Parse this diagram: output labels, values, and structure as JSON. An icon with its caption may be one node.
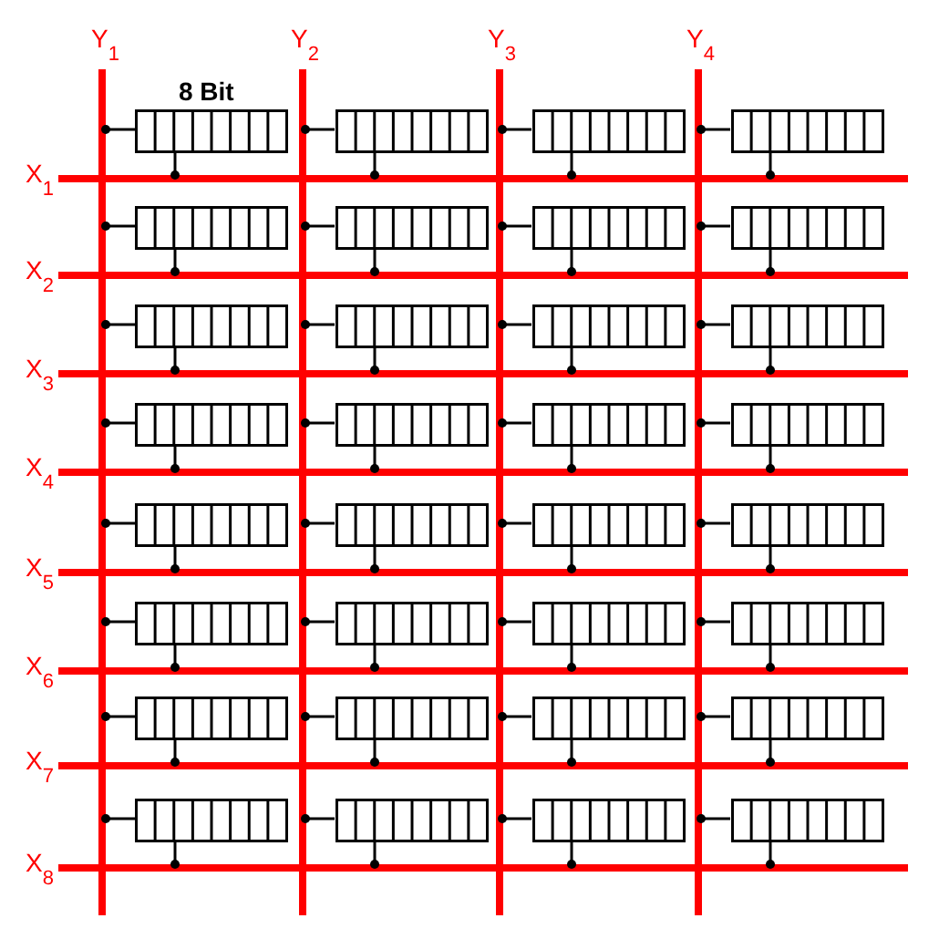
{
  "diagram": {
    "nodes": [
      {
        "text": [
          "Y$_{1}$"
        ]
      },
      {
        "text": [
          "Y$_{2}$"
        ]
      },
      {
        "text": [
          "Y$_{3}$"
        ]
      },
      {
        "text": [
          "Y$_{4}$"
        ]
      },
      {
        "text": [
          "X$_{1}$"
        ]
      },
      {
        "text": [
          "X$_{2}$"
        ]
      },
      {
        "text": [
          "X$_{3}$"
        ]
      },
      {
        "text": [
          "X$_{4}$"
        ]
      },
      {
        "text": [
          "X$_{5}$"
        ]
      },
      {
        "text": [
          "X$_{6}$"
        ]
      },
      {
        "text": [
          "X$_{7}$"
        ]
      },
      {
        "text": [
          "X$_{8}$"
        ]
      },
      {
        "text": [],
        "shape": "box",
        "beside": [
          "8 Bit"
        ]
      },
      {
        "text": [],
        "shape": "box"
      },
      {
        "text": [],
        "shape": "box"
      },
      {
        "text": [],
        "shape": "box"
      },
      {
        "text": [],
        "shape": "box"
      },
      {
        "text": [],
        "shape": "box"
      },
      {
        "text": [],
        "shape": "box"
      },
      {
        "text": [],
        "shape": "box"
      },
      {
        "text": [],
        "shape": "box"
      },
      {
        "text": [],
        "shape": "box"
      },
      {
        "text": [],
        "shape": "box"
      },
      {
        "text": [],
        "shape": "box"
      },
      {
        "text": [],
        "shape": "box"
      },
      {
        "text": [],
        "shape": "box"
      },
      {
        "text": [],
        "shape": "box"
      },
      {
        "text": [],
        "shape": "box"
      },
      {
        "text": [],
        "shape": "box"
      },
      {
        "text": [],
        "shape": "box"
      },
      {
        "text": [],
        "shape": "box"
      },
      {
        "text": [],
        "shape": "box"
      },
      {
        "text": [],
        "shape": "box"
      },
      {
        "text": [],
        "shape": "box"
      },
      {
        "text": [],
        "shape": "box"
      },
      {
        "text": [],
        "shape": "box"
      },
      {
        "text": [],
        "shape": "box"
      },
      {
        "text": [],
        "shape": "box"
      },
      {
        "text": [],
        "shape": "box"
      },
      {
        "text": [],
        "shape": "box"
      },
      {
        "text": [],
        "shape": "box"
      },
      {
        "text": [],
        "shape": "box"
      },
      {
        "text": [],
        "shape": "box"
      },
      {
        "text": [],
        "shape": "box"
      }
    ],
    "edges": [
      {
        "from": 12,
        "to": 0,
        "arrow": "other"
      },
      {
        "from": 12,
        "to": 4,
        "arrow": "other"
      },
      {
        "from": 13,
        "to": 1,
        "arrow": "other"
      },
      {
        "from": 13,
        "to": 4,
        "arrow": "other"
      },
      {
        "from": 14,
        "to": 2,
        "arrow": "other"
      },
      {
        "from": 14,
        "to": 4,
        "arrow": "other"
      },
      {
        "from": 15,
        "to": 3,
        "arrow": "other"
      },
      {
        "from": 15,
        "to": 4,
        "arrow": "other"
      },
      {
        "from": 16,
        "to": 0,
        "arrow": "other"
      },
      {
        "from": 16,
        "to": 5,
        "arrow": "other"
      },
      {
        "from": 17,
        "to": 1,
        "arrow": "other"
      },
      {
        "from": 17,
        "to": 5,
        "arrow": "other"
      },
      {
        "from": 18,
        "to": 2,
        "arrow": "other"
      },
      {
        "from": 18,
        "to": 5,
        "arrow": "other"
      },
      {
        "from": 19,
        "to": 3,
        "arrow": "other"
      },
      {
        "from": 19,
        "to": 5,
        "arrow": "other"
      },
      {
        "from": 20,
        "to": 0,
        "arrow": "other"
      },
      {
        "from": 20,
        "to": 6,
        "arrow": "other"
      },
      {
        "from": 21,
        "to": 1,
        "arrow": "other"
      },
      {
        "from": 21,
        "to": 6,
        "arrow": "other"
      },
      {
        "from": 22,
        "to": 2,
        "arrow": "other"
      },
      {
        "from": 22,
        "to": 6,
        "arrow": "other"
      },
      {
        "from": 23,
        "to": 3,
        "arrow": "other"
      },
      {
        "from": 23,
        "to": 6,
        "arrow": "other"
      },
      {
        "from": 24,
        "to": 0,
        "arrow": "other"
      },
      {
        "from": 24,
        "to": 7,
        "arrow": "other"
      },
      {
        "from": 25,
        "to": 1,
        "arrow": "other"
      },
      {
        "from": 25,
        "to": 7,
        "arrow": "other"
      },
      {
        "from": 26,
        "to": 2,
        "arrow": "other"
      },
      {
        "from": 26,
        "to": 7,
        "arrow": "other"
      },
      {
        "from": 27,
        "to": 3,
        "arrow": "other"
      },
      {
        "from": 27,
        "to": 7,
        "arrow": "other"
      },
      {
        "from": 28,
        "to": 0,
        "arrow": "other"
      },
      {
        "from": 28,
        "to": 8,
        "arrow": "other"
      },
      {
        "from": 29,
        "to": 1,
        "arrow": "other"
      },
      {
        "from": 29,
        "to": 8,
        "arrow": "other"
      },
      {
        "from": 30,
        "to": 2,
        "arrow": "other"
      },
      {
        "from": 30,
        "to": 8,
        "arrow": "other"
      },
      {
        "from": 31,
        "to": 3,
        "arrow": "other"
      },
      {
        "from": 31,
        "to": 8,
        "arrow": "other"
      },
      {
        "from": 32,
        "to": 0,
        "arrow": "other"
      },
      {
        "from": 32,
        "to": 9,
        "arrow": "other"
      },
      {
        "from": 33,
        "to": 1,
        "arrow": "other"
      },
      {
        "from": 33,
        "to": 9,
        "arrow": "other"
      },
      {
        "from": 34,
        "to": 2,
        "arrow": "other"
      },
      {
        "from": 34,
        "to": 9,
        "arrow": "other"
      },
      {
        "from": 35,
        "to": 3,
        "arrow": "other"
      },
      {
        "from": 35,
        "to": 9,
        "arrow": "other"
      },
      {
        "from": 36,
        "to": 0,
        "arrow": "other"
      },
      {
        "from": 36,
        "to": 10,
        "arrow": "other"
      },
      {
        "from": 37,
        "to": 1,
        "arrow": "other"
      },
      {
        "from": 37,
        "to": 10,
        "arrow": "other"
      },
      {
        "from": 38,
        "to": 2,
        "arrow": "other"
      },
      {
        "from": 38,
        "to": 10,
        "arrow": "other"
      },
      {
        "from": 39,
        "to": 3,
        "arrow": "other"
      },
      {
        "from": 39,
        "to": 10,
        "arrow": "other"
      },
      {
        "from": 40,
        "to": 0,
        "arrow": "other"
      },
      {
        "from": 40,
        "to": 11,
        "arrow": "other"
      },
      {
        "from": 41,
        "to": 1,
        "arrow": "other"
      },
      {
        "from": 41,
        "to": 11,
        "arrow": "other"
      },
      {
        "from": 42,
        "to": 2,
        "arrow": "other"
      },
      {
        "from": 42,
        "to": 11,
        "arrow": "other"
      },
      {
        "from": 43,
        "to": 3,
        "arrow": "other"
      },
      {
        "from": 43,
        "to": 11,
        "arrow": "other"
      }
    ]
  }
}
